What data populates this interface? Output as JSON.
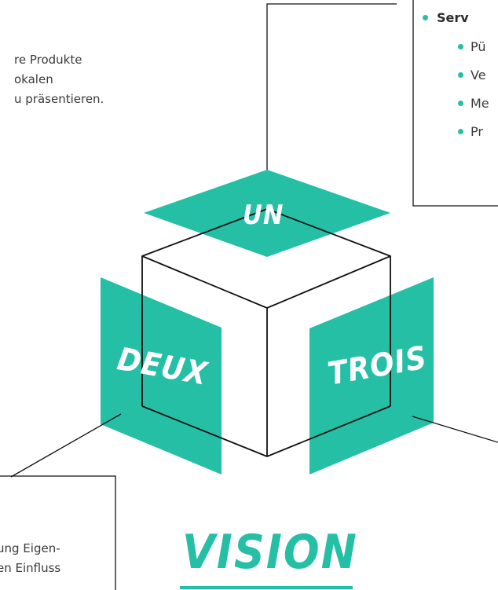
{
  "intro_text": {
    "lines": [
      "re Produkte",
      "okalen",
      "u präsentieren."
    ]
  },
  "bullet_list": {
    "main": "Serv",
    "items": [
      "Pü",
      "Ve",
      "Me",
      "Pr"
    ]
  },
  "cube": {
    "labels": {
      "top": "UN",
      "left": "DEUX",
      "right": "TROIS"
    }
  },
  "bottom_left_text": {
    "lines": [
      "ung Eigen-",
      "en Einfluss"
    ]
  },
  "title": "VISION",
  "colors": {
    "accent": "#25bfa6",
    "line": "#111111",
    "text": "#3a3a3a"
  }
}
